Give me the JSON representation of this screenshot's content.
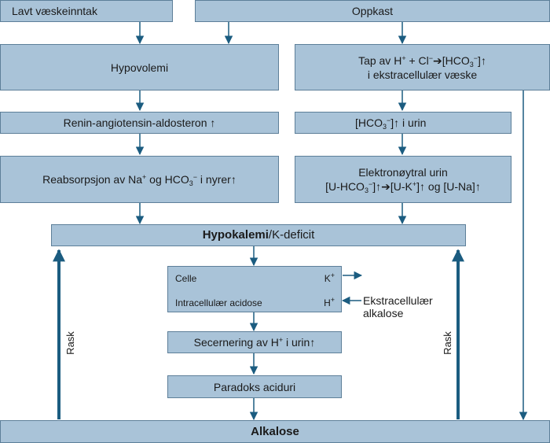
{
  "nodes": {
    "low_fluid": "Lavt væskeinntak",
    "vomiting": "Oppkast",
    "hypovolemia": "Hypovolemi",
    "loss_a": "Tap av H",
    "loss_b": " + Cl",
    "loss_c": "[HCO",
    "loss_d": "]",
    "loss_line2": "i ekstracellulær væske",
    "raas": "Renin-angiotensin-aldosteron",
    "hco3_urine_a": "[HCO",
    "hco3_urine_b": "]",
    "hco3_urine_c": " i urin",
    "reabs_a": "Reabsorpsjon av Na",
    "reabs_b": " og HCO",
    "reabs_c": " i nyrer",
    "electro_line1": "Elektronøytral urin",
    "electro_a": "[U-HCO",
    "electro_b": "]",
    "electro_c": "[U-K",
    "electro_d": "]",
    "electro_e": " og [U-Na]",
    "hypo_bold": "Hypokalemi",
    "hypo_rest": "/K-deficit",
    "cell": "Celle",
    "cell_k": "K",
    "intra_acid": "Intracellulær acidose",
    "intra_h": "H",
    "secretion_a": "Secernering av H",
    "secretion_b": " i urin",
    "paradox": "Paradoks aciduri",
    "alkalosis": "Alkalose",
    "extra_alk": "Ekstracellulær alkalose",
    "rask_left": "Rask",
    "rask_right": "Rask"
  },
  "symbols": {
    "up": "↑",
    "plus": "+",
    "minus": "−",
    "three": "3",
    "arrow_right": "➔"
  },
  "colors": {
    "box_fill": "#a9c3d8",
    "box_border": "#5d7f99",
    "arrow": "#1b5c80"
  }
}
